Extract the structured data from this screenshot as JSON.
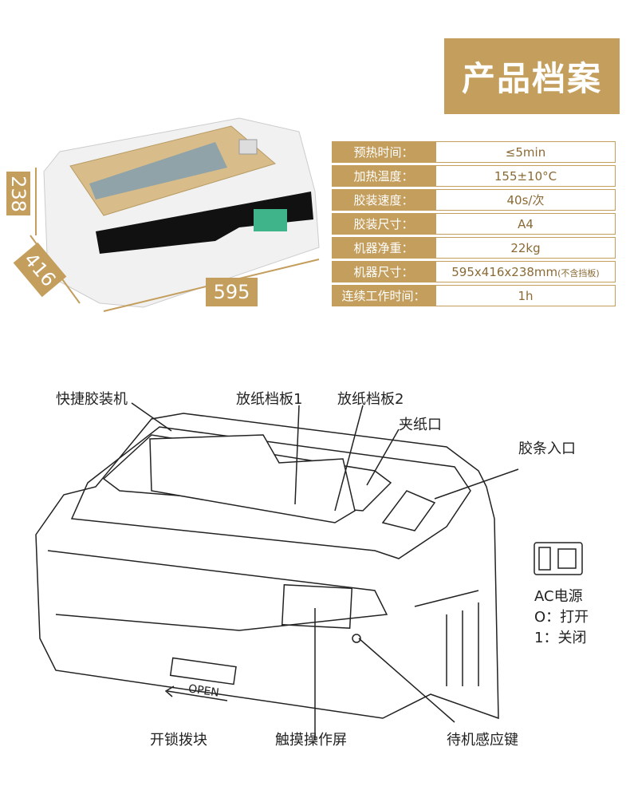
{
  "title": "产品档案",
  "specs": [
    {
      "label": "预热时间：",
      "value": "≤5min"
    },
    {
      "label": "加热温度：",
      "value": "155±10°C"
    },
    {
      "label": "胶装速度：",
      "value": "40s/次"
    },
    {
      "label": "胶装尺寸：",
      "value": "A4"
    },
    {
      "label": "机器净重：",
      "value": "22kg"
    },
    {
      "label": "机器尺寸：",
      "value": "595x416x238mm",
      "note": "(不含挡板)"
    },
    {
      "label": "连续工作时间：",
      "value": "1h"
    }
  ],
  "dimensions": {
    "height": "238",
    "depth": "416",
    "width": "595"
  },
  "diagram": {
    "machine": "快捷胶装机",
    "guide1": "放纸档板1",
    "guide2": "放纸档板2",
    "clamp": "夹纸口",
    "strip_inlet": "胶条入口",
    "power": "AC电源",
    "power_on": "O：打开",
    "power_off": "1：关闭",
    "unlock": "开锁拨块",
    "open": "OPEN",
    "touchscreen": "触摸操作屏",
    "standby": "待机感应键"
  },
  "colors": {
    "gold": "#c49e5c"
  }
}
